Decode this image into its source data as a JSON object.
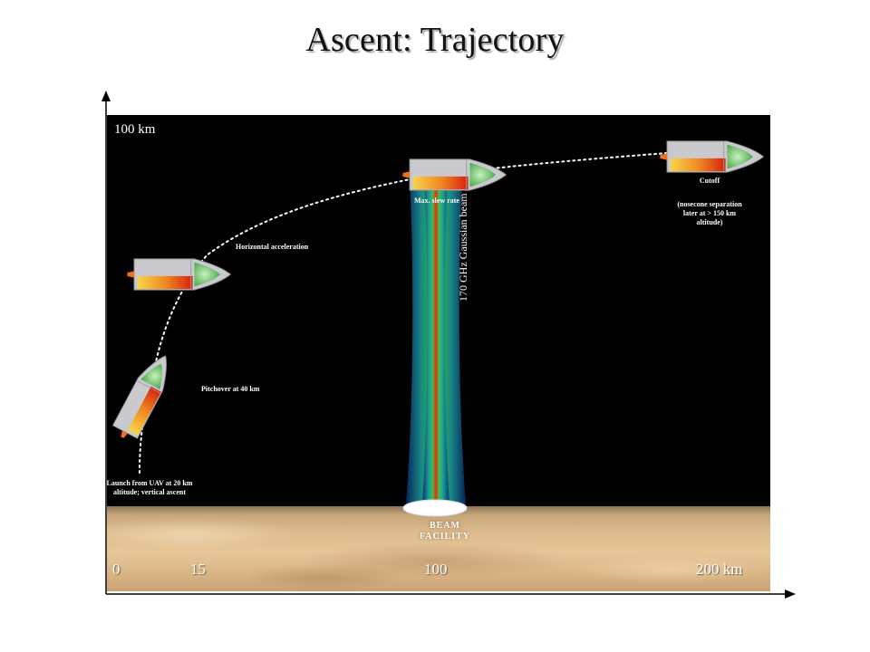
{
  "slide": {
    "title": "Ascent: Trajectory"
  },
  "axes": {
    "y_top_label": "100 km",
    "x_ticks": [
      "0",
      "15",
      "100",
      "200 km"
    ]
  },
  "annotations": {
    "launch": "Launch from UAV at 20 km\naltitude; vertical ascent",
    "pitchover": "Pitchover at 40 km",
    "horizontal": "Horizontal acceleration",
    "max_slew": "Max. slew rate",
    "cutoff": "Cutoff",
    "cutoff_note": "(nosecone separation\nlater at > 150 km\naltitude)",
    "beam": "170 GHz Gaussian beam",
    "facility": "BEAM\nFACILITY"
  },
  "colors": {
    "sky": "#010102",
    "trajectory": "#ffffff",
    "vehicle_body": "#c8c8cc",
    "vehicle_hot": "#e03a10",
    "vehicle_warm": "#f5c020",
    "nose": "#6fd36a"
  }
}
